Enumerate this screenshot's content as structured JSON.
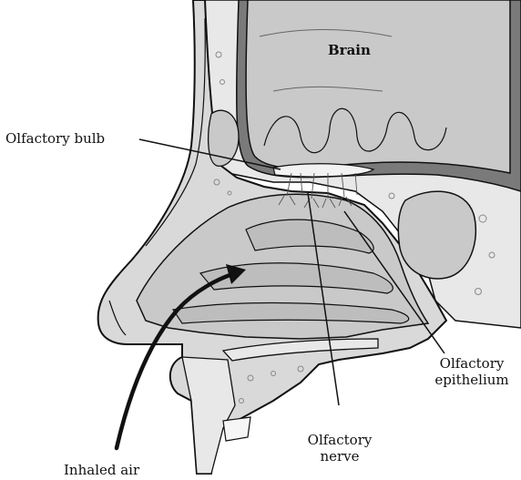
{
  "labels": {
    "brain": "Brain",
    "olfactory_bulb": "Olfactory bulb",
    "olfactory_epithelium": [
      "Olfactory",
      "epithelium"
    ],
    "olfactory_nerve": [
      "Olfactory",
      "nerve"
    ],
    "inhaled_air": "Inhaled air"
  },
  "colors": {
    "tissue_gray": "#c9c9c9",
    "dark_gray": "#7a7a7a",
    "bone": "#e8e8e8",
    "outline": "#111111",
    "bulb": "#f2f2f2"
  }
}
